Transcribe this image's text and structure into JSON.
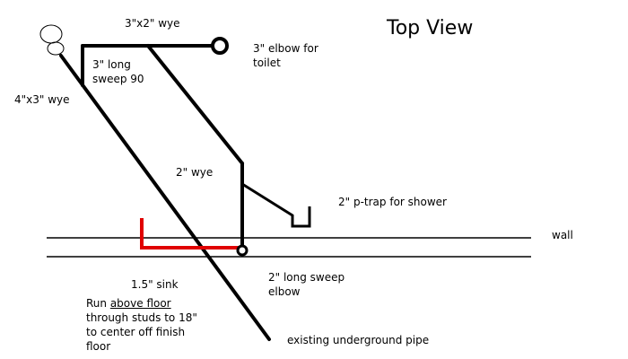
{
  "title": "Top View",
  "labels": {
    "wye_3x2": "3\"x2\" wye",
    "elbow_toilet_1": "3\" elbow for",
    "elbow_toilet_2": "toilet",
    "sweep90_1": "3\" long",
    "sweep90_2": "sweep 90",
    "wye_4x3": "4\"x3\" wye",
    "wye_2": "2\" wye",
    "ptrap": "2\" p-trap for shower",
    "wall": "wall",
    "sink": "1.5\" sink",
    "long_sweep_1": "2\" long sweep",
    "long_sweep_2": "elbow",
    "run_1_prefix": "Run ",
    "run_1_underlined": "above floor",
    "run_2": "through studs to 18\"",
    "run_3": "to center off finish",
    "run_4": "floor",
    "underground": "existing  underground pipe"
  },
  "colors": {
    "pipe": "#000000",
    "sink_line": "#e00000"
  }
}
